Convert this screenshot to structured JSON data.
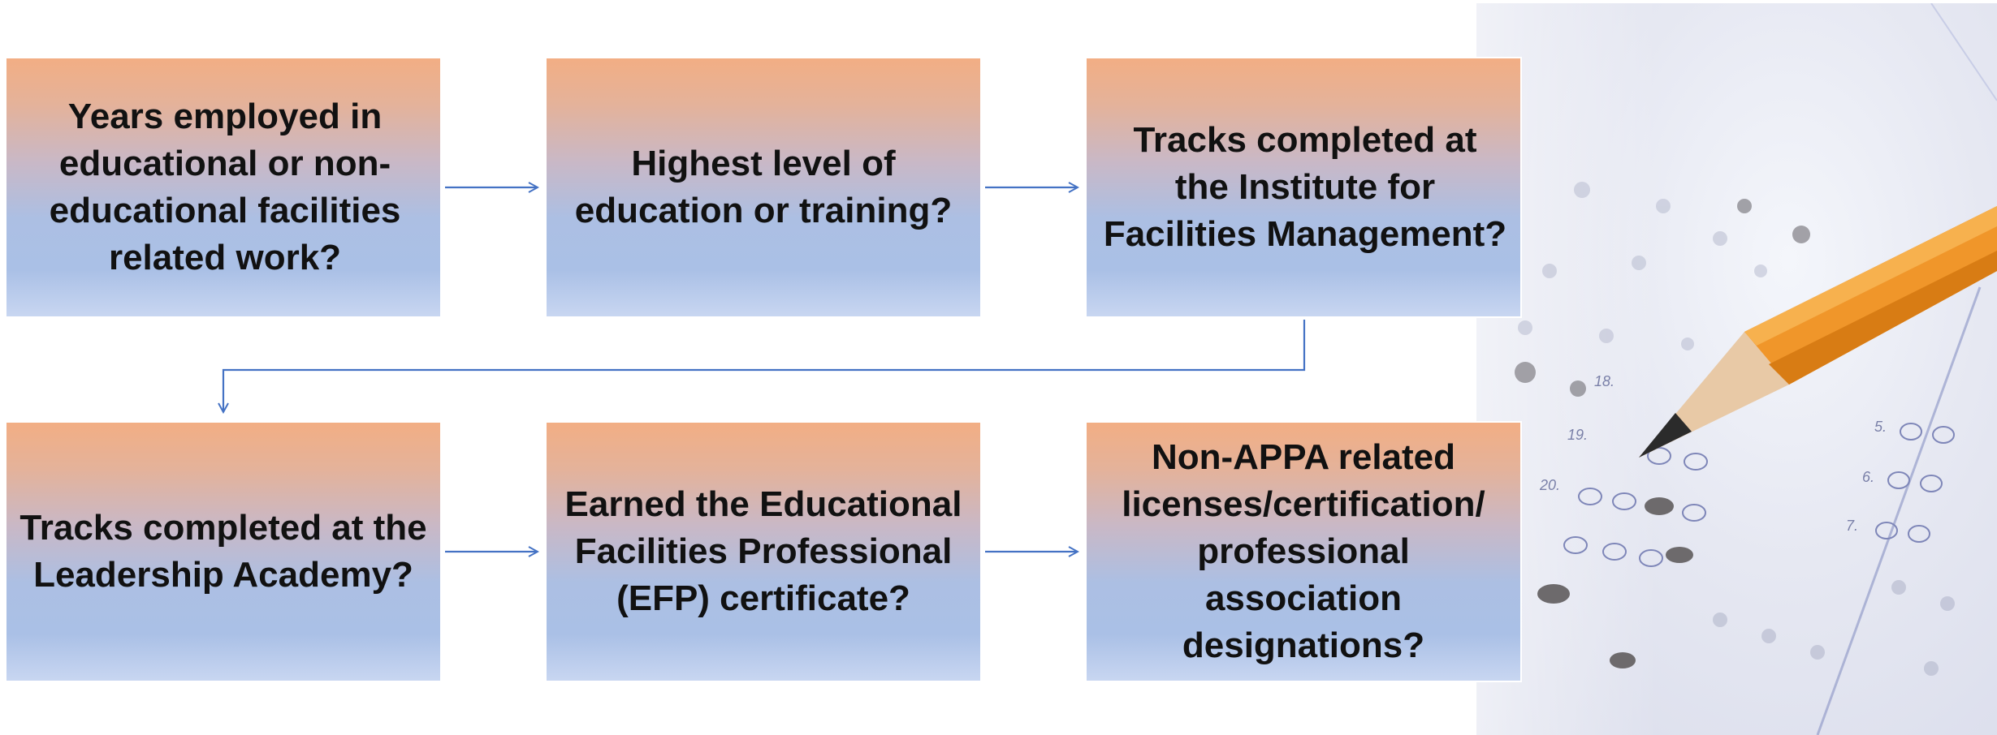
{
  "steps": [
    {
      "id": "years_employed",
      "text": "Years employed in educational or non-educational facilities related work?"
    },
    {
      "id": "education_level",
      "text": "Highest level of education or training?"
    },
    {
      "id": "ifm_tracks",
      "text": "Tracks completed at the Institute for Facilities Management?"
    },
    {
      "id": "leadership_tracks",
      "text": "Tracks completed at the Leadership Academy?"
    },
    {
      "id": "efp_certificate",
      "text": "Earned the Educational Facilities Professional (EFP) certificate?"
    },
    {
      "id": "non_appa_designations",
      "text": "Non-APPA related licenses/certification/ professional association designations?"
    }
  ],
  "colors": {
    "box_top": "#f2ae84",
    "box_bottom": "#aac0e6",
    "connector": "#4472c4"
  },
  "photo": {
    "subject": "answer-sheet-with-pencil",
    "visible_numbers": [
      "18.",
      "19.",
      "20.",
      "5.",
      "6.",
      "7."
    ]
  }
}
